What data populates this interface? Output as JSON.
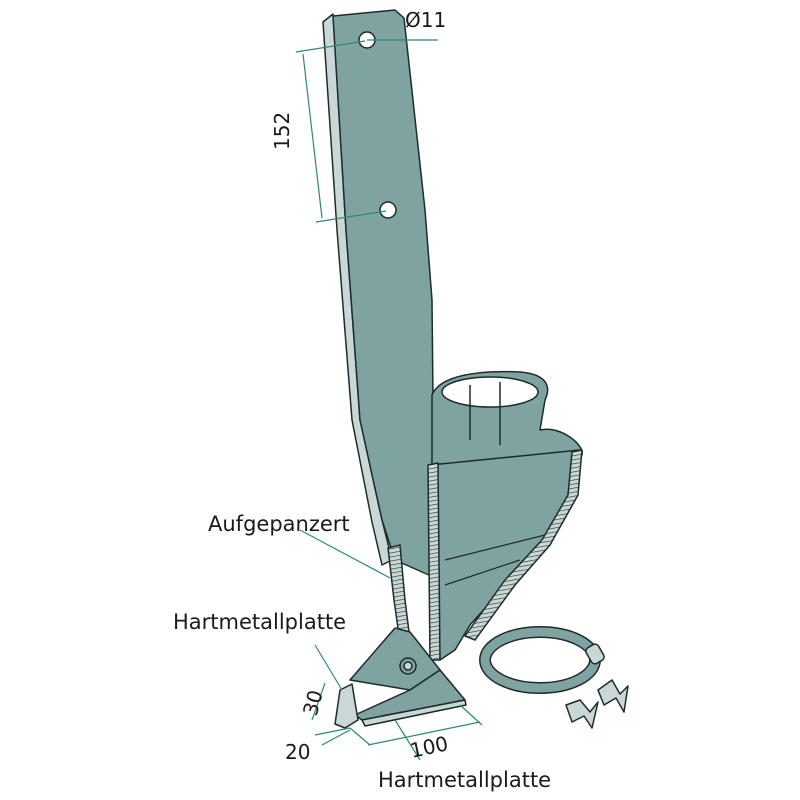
{
  "colors": {
    "metal": "#7fa3a0",
    "metal_light": "#c9d8d6",
    "outline": "#1e2b2a",
    "dimension": "#2e8b6b"
  },
  "dimensions": {
    "hole_diameter": "Ø11",
    "hole_spacing": "152",
    "tip_height": "30",
    "tip_width": "20",
    "plate_length": "100"
  },
  "labels": {
    "armored": "Aufgepanzert",
    "carbide_plate_tip": "Hartmetallplatte",
    "carbide_plate_bottom": "Hartmetallplatte"
  }
}
